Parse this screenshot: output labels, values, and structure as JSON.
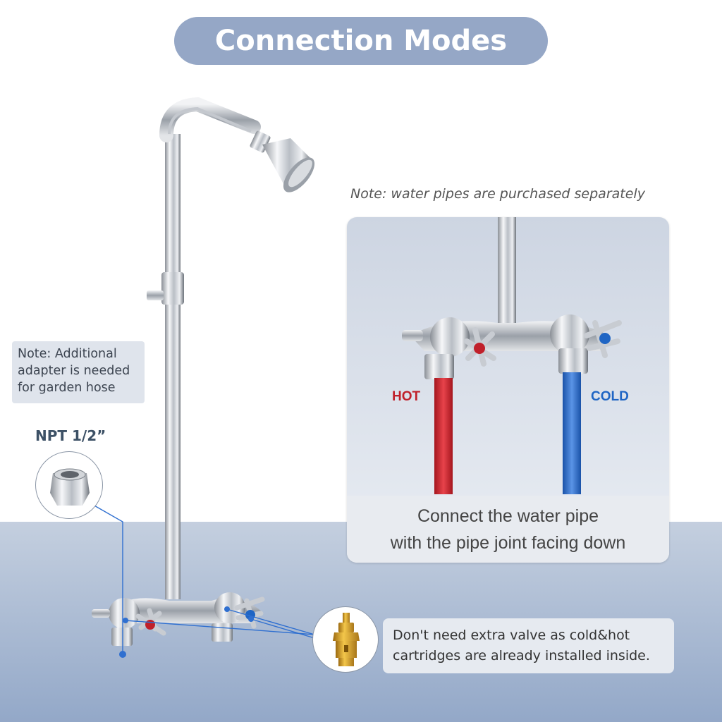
{
  "title": "Connection Modes",
  "note_top": "Note: water pipes are purchased separately",
  "note_left": [
    "Note: Additional",
    "adapter is needed",
    "for garden hose"
  ],
  "npt_label": "NPT 1/2”",
  "panel": {
    "hot_label": "HOT",
    "cold_label": "COLD",
    "caption": [
      "Connect the water pipe",
      "with the pipe joint facing down"
    ]
  },
  "callout": [
    "Don't need extra valve as cold&hot",
    "cartridges are already installed inside."
  ],
  "colors": {
    "hot": "#c0202a",
    "cold": "#1f65c4",
    "accent": "#95a7c6",
    "connector": "#2f6fd0"
  },
  "icons": [
    "shower-head-icon",
    "adapter-fitting-icon",
    "brass-cartridge-icon",
    "faucet-valve-icon"
  ]
}
